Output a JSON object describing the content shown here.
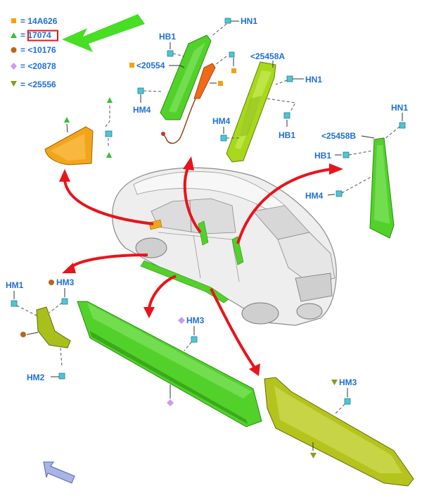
{
  "legend": {
    "items": [
      {
        "shape": "square",
        "color": "#f5a20a",
        "text": "= 14A626"
      },
      {
        "shape": "triangle-up",
        "color": "#2ec42e",
        "text": "= 17074"
      },
      {
        "shape": "circle",
        "color": "#b8661c",
        "text": "= <10176"
      },
      {
        "shape": "diamond",
        "color": "#c79cf2",
        "text": "= <20878"
      },
      {
        "shape": "triangle-down",
        "color": "#8c9a14",
        "text": "= <25556"
      }
    ],
    "highlighted_code": "17074",
    "highlight_color": "#e8141b",
    "pointer_color": "#3ddc18"
  },
  "callouts": {
    "hn1_top": "HN1",
    "hb1_top": "HB1",
    "part_20554": "<20554",
    "hm4_left": "HM4",
    "part_25458a": "<25458A",
    "hn1_mid": "HN1",
    "hm4_mid": "HM4",
    "hb1_mid": "HB1",
    "hn1_right": "HN1",
    "part_25458b": "<25458B",
    "hb1_right": "HB1",
    "hm4_right": "HM4",
    "hm1": "HM1",
    "hm3_left": "HM3",
    "hm2": "HM2",
    "hm3_center": "HM3",
    "hm3_right": "HM3"
  },
  "colors": {
    "part_green": "#52d12a",
    "part_yellow_green": "#a8d81c",
    "part_olive": "#b5c41c",
    "part_orange": "#f3a51a",
    "arrow_red": "#e8141b",
    "label_blue": "#1f6fd6"
  },
  "icons": [
    "back-arrow-icon"
  ]
}
